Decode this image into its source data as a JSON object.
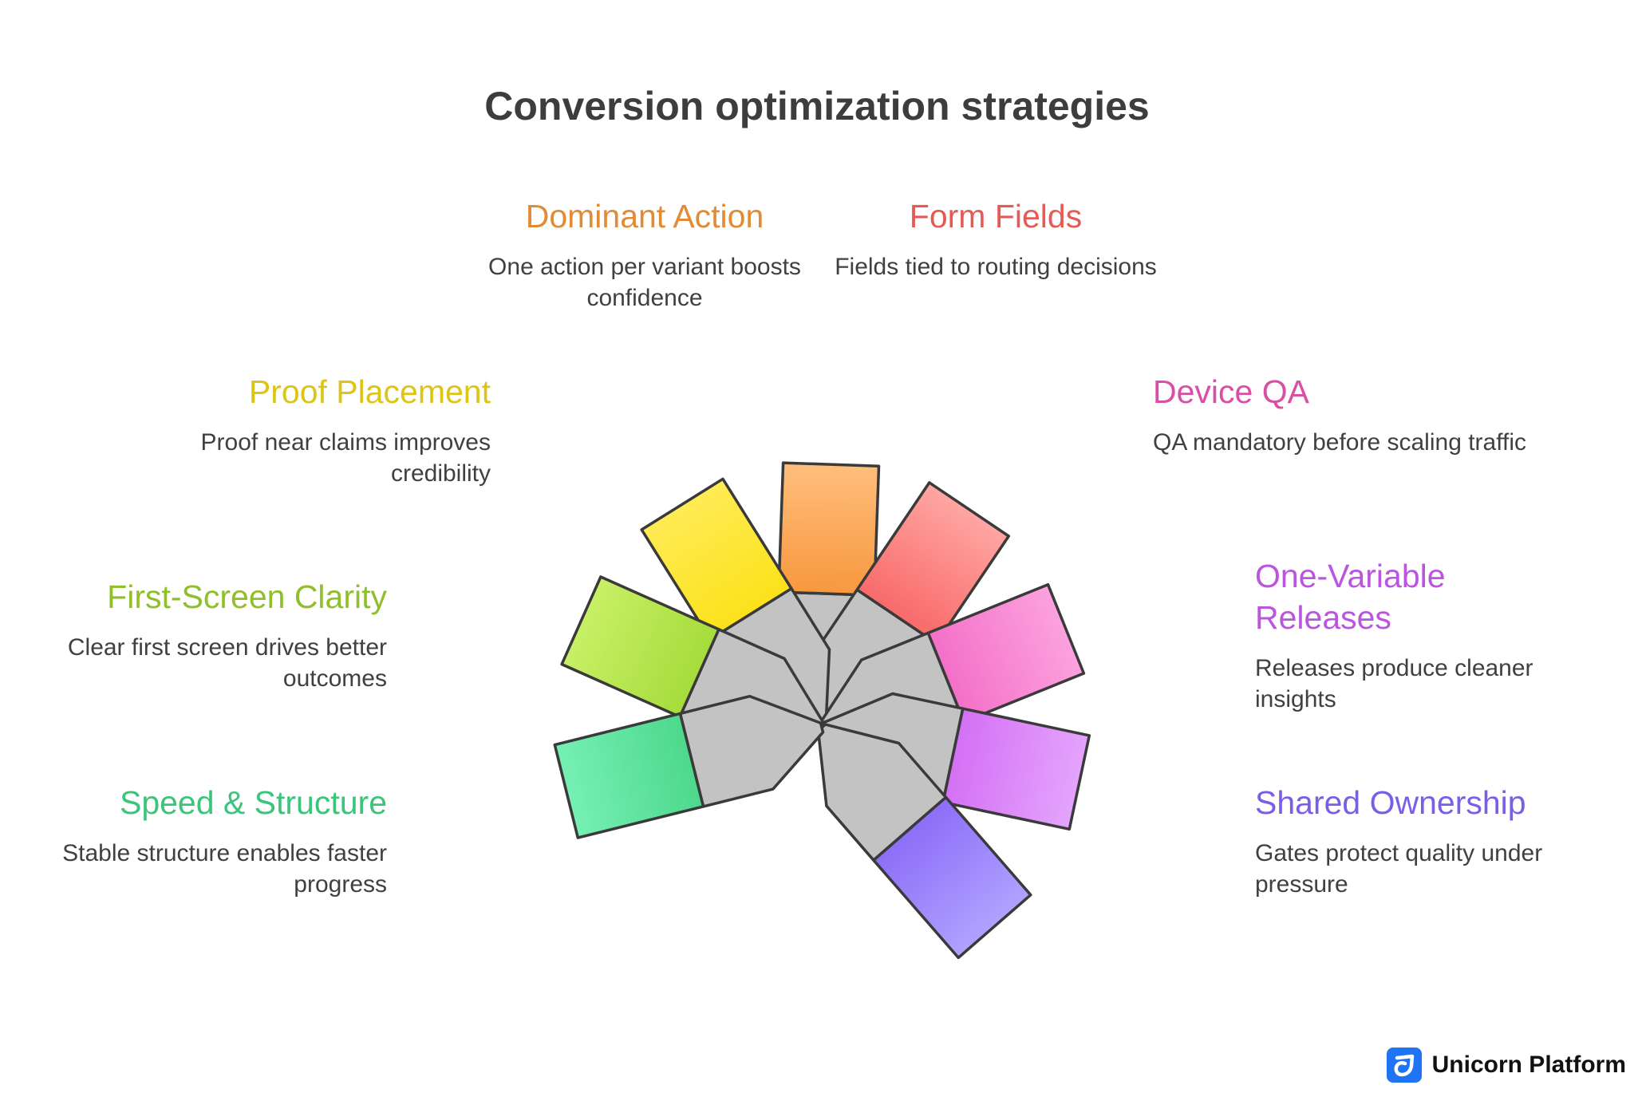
{
  "title": "Conversion optimization strategies",
  "items": [
    {
      "title": "Speed & Structure",
      "desc": "Stable structure enables faster progress",
      "color": "#4dd88c",
      "color_top": "#76f0b4",
      "accent": "#3cc47a"
    },
    {
      "title": "First-Screen Clarity",
      "desc": "Clear first screen drives better outcomes",
      "color": "#a6dc3c",
      "color_top": "#c8f065",
      "accent": "#8fbf2a"
    },
    {
      "title": "Proof Placement",
      "desc": "Proof near claims improves credibility",
      "color": "#fce21a",
      "color_top": "#ffeb55",
      "accent": "#dcc516"
    },
    {
      "title": "Dominant Action",
      "desc": "One action per variant boosts confidence",
      "color": "#f7983e",
      "color_top": "#ffbe7c",
      "accent": "#e38a35"
    },
    {
      "title": "Form Fields",
      "desc": "Fields tied to routing decisions",
      "color": "#f86a6a",
      "color_top": "#ffa6a2",
      "accent": "#e65a55"
    },
    {
      "title": "Device QA",
      "desc": "QA mandatory before scaling traffic",
      "color": "#f370c8",
      "color_top": "#fca2de",
      "accent": "#d94fa6"
    },
    {
      "title": "One-Variable Releases",
      "desc": "Releases produce cleaner insights",
      "color": "#d470f5",
      "color_top": "#e4a4fc",
      "accent": "#bb55e0"
    },
    {
      "title": "Shared Ownership",
      "desc": "Gates protect quality under pressure",
      "color": "#8c6ef8",
      "color_top": "#b0a2ff",
      "accent": "#7a5de8"
    }
  ],
  "brand": {
    "name": "Unicorn Platform",
    "icon": "unicorn-platform-logo-icon",
    "color": "#1e74f5"
  }
}
